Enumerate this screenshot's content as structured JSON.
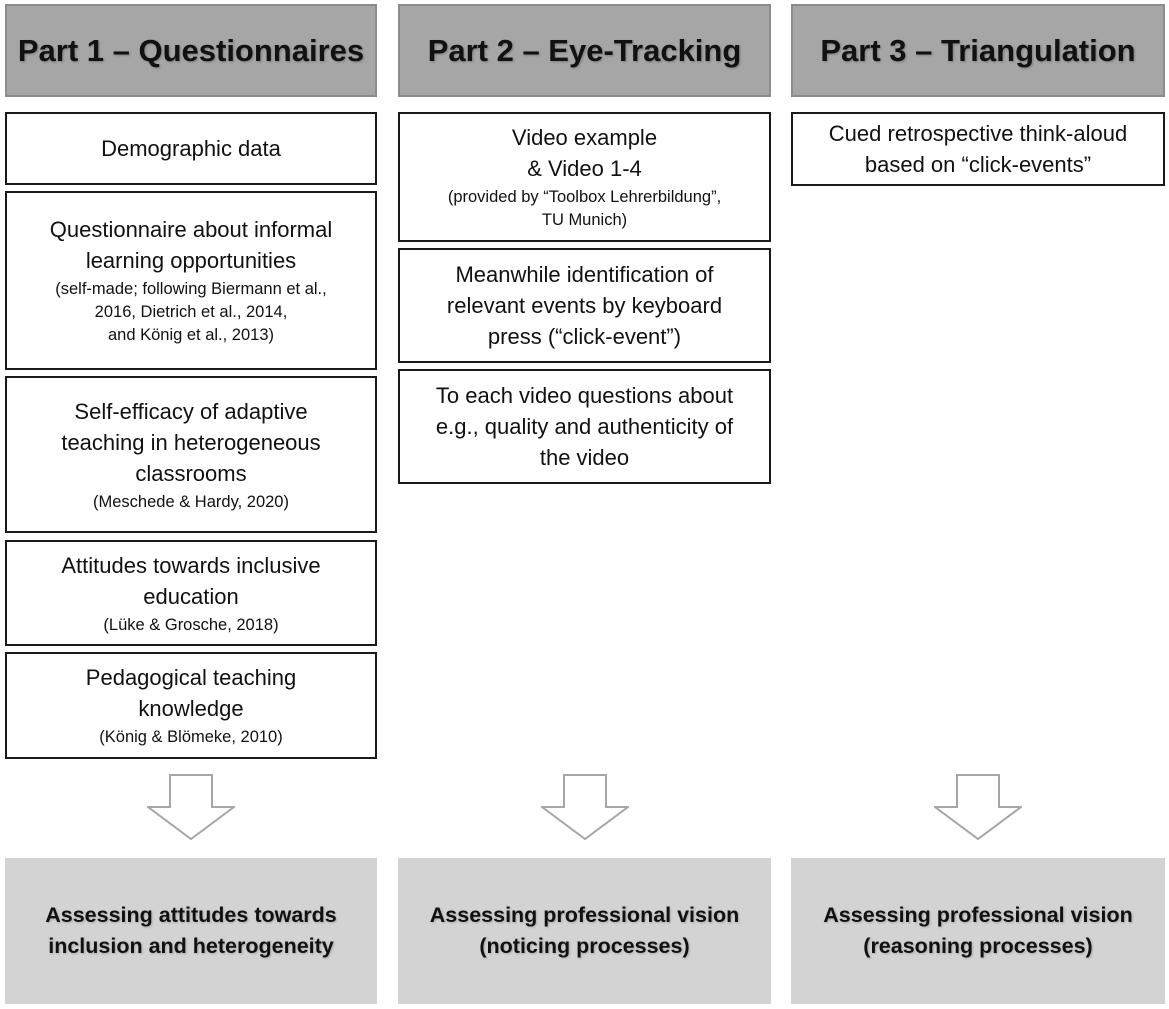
{
  "columns": [
    {
      "header": "Part 1 – Questionnaires",
      "boxes": [
        {
          "main": "Demographic data",
          "sub": ""
        },
        {
          "main": "Questionnaire about informal\nlearning opportunities",
          "sub": "(self-made; following Biermann et al.,\n2016, Dietrich et al., 2014,\nand König et al., 2013)"
        },
        {
          "main": "Self-efficacy of adaptive\nteaching in heterogeneous\nclassrooms",
          "sub": "(Meschede & Hardy, 2020)"
        },
        {
          "main": "Attitudes towards inclusive\neducation",
          "sub": "(Lüke & Grosche, 2018)"
        },
        {
          "main": "Pedagogical teaching\nknowledge",
          "sub": "(König & Blömeke, 2010)"
        }
      ],
      "result": "Assessing attitudes towards\ninclusion and heterogeneity"
    },
    {
      "header": "Part 2 – Eye-Tracking",
      "boxes": [
        {
          "main": "Video example\n& Video 1-4",
          "sub": "(provided by “Toolbox Lehrerbildung”,\nTU Munich)"
        },
        {
          "main": "Meanwhile identification of\nrelevant events by keyboard\npress (“click-event”)",
          "sub": ""
        },
        {
          "main": "To each video questions about\ne.g., quality and authenticity of\nthe video",
          "sub": ""
        }
      ],
      "result": "Assessing professional vision\n(noticing processes)"
    },
    {
      "header": "Part 3 – Triangulation",
      "boxes": [
        {
          "main": "Cued retrospective think-aloud\nbased on “click-events”",
          "sub": ""
        }
      ],
      "result": "Assessing professional vision\n(reasoning processes)"
    }
  ],
  "colors": {
    "header_fill": "#a6a6a6",
    "result_fill": "#d3d3d3",
    "arrow_stroke": "#a6a6a6"
  }
}
